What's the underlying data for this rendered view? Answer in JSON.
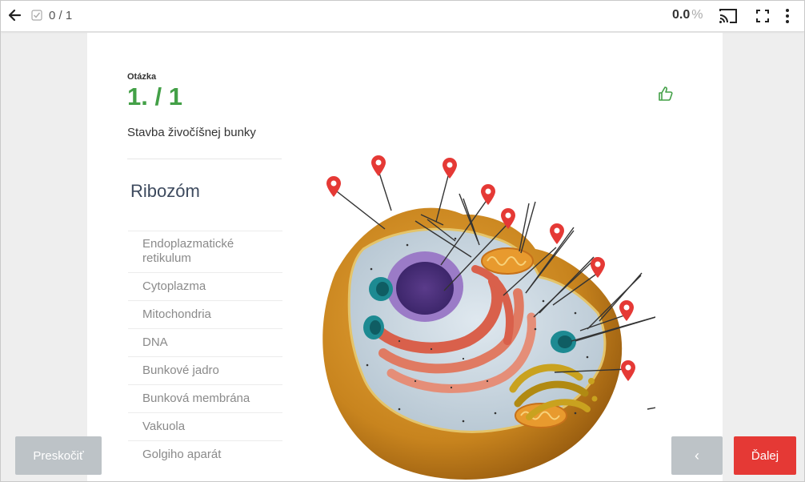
{
  "topbar": {
    "progress": "0 / 1",
    "score_value": "0.0",
    "score_unit": "%",
    "icons": [
      "back-arrow-icon",
      "checkbox-icon",
      "cast-icon",
      "fullscreen-icon",
      "more-vert-icon"
    ]
  },
  "question": {
    "label": "Otázka",
    "number": "1. / 1",
    "title": "Stavba živočíšnej bunky",
    "term": "Ribozóm",
    "options": [
      "Endoplazmatické retikulum",
      "Cytoplazma",
      "Mitochondria",
      "DNA",
      "Bunkové jadro",
      "Bunková membrána",
      "Vakuola",
      "Golgiho aparát"
    ]
  },
  "buttons": {
    "skip": "Preskočiť",
    "prev": "‹",
    "next": "Ďalej"
  },
  "colors": {
    "accent_green": "#43a047",
    "next_red": "#e53935",
    "marker_red": "#e53935",
    "button_gray": "#bdc3c7"
  }
}
